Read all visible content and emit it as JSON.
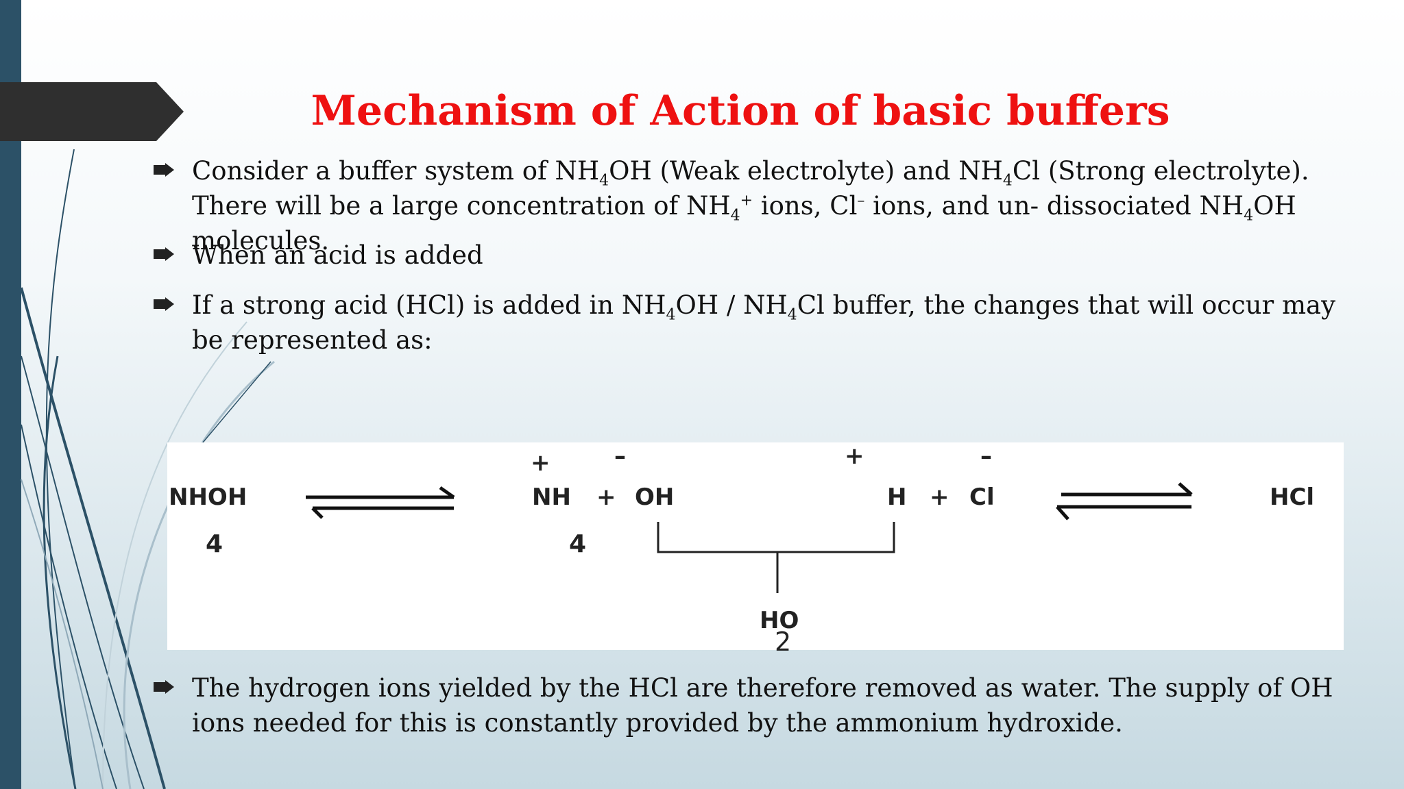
{
  "slide": {
    "title": "Mechanism of Action of basic buffers",
    "page_number": "2",
    "colors": {
      "title": "#ee1111",
      "left_bar": "#2c5167",
      "tab": "#2f2f2f"
    },
    "bullet_icon": "arrow-bullet-icon"
  },
  "bullets": [
    {
      "p1": "Consider a buffer system of NH",
      "s1": "4",
      "p2": "OH (Weak electrolyte) and NH",
      "s2": "4",
      "p3": "Cl (Strong electrolyte). There will be a large concentration of NH",
      "s3": "4",
      "sup3": "+",
      "p4": " ions, Cl",
      "sup4": "–",
      "p5": " ions, and un- dissociated NH",
      "s5": "4",
      "p6": "OH molecules."
    },
    {
      "text": " When an acid is added"
    },
    {
      "p1": " If a strong acid (HCl) is added in NH",
      "s1": "4",
      "p2": "OH / NH",
      "s2": "4",
      "p3": "Cl buffer, the changes that will occur may be represented as:"
    },
    {
      "text": " The hydrogen ions yielded by the HCl are therefore removed as water. The supply of OH ions needed for this is constantly provided by the ammonium hydroxide."
    }
  ],
  "equation": {
    "reactant": "NHOH",
    "reactant_sub": "4",
    "nh": "NH",
    "nh_sub": "4",
    "nh_charge": "+",
    "plus1": "+",
    "oh": "OH",
    "oh_charge": "–",
    "h": "H",
    "h_charge": "+",
    "plus2": "+",
    "cl": "Cl",
    "cl_charge": "–",
    "product": "HCl",
    "water": "HO"
  }
}
